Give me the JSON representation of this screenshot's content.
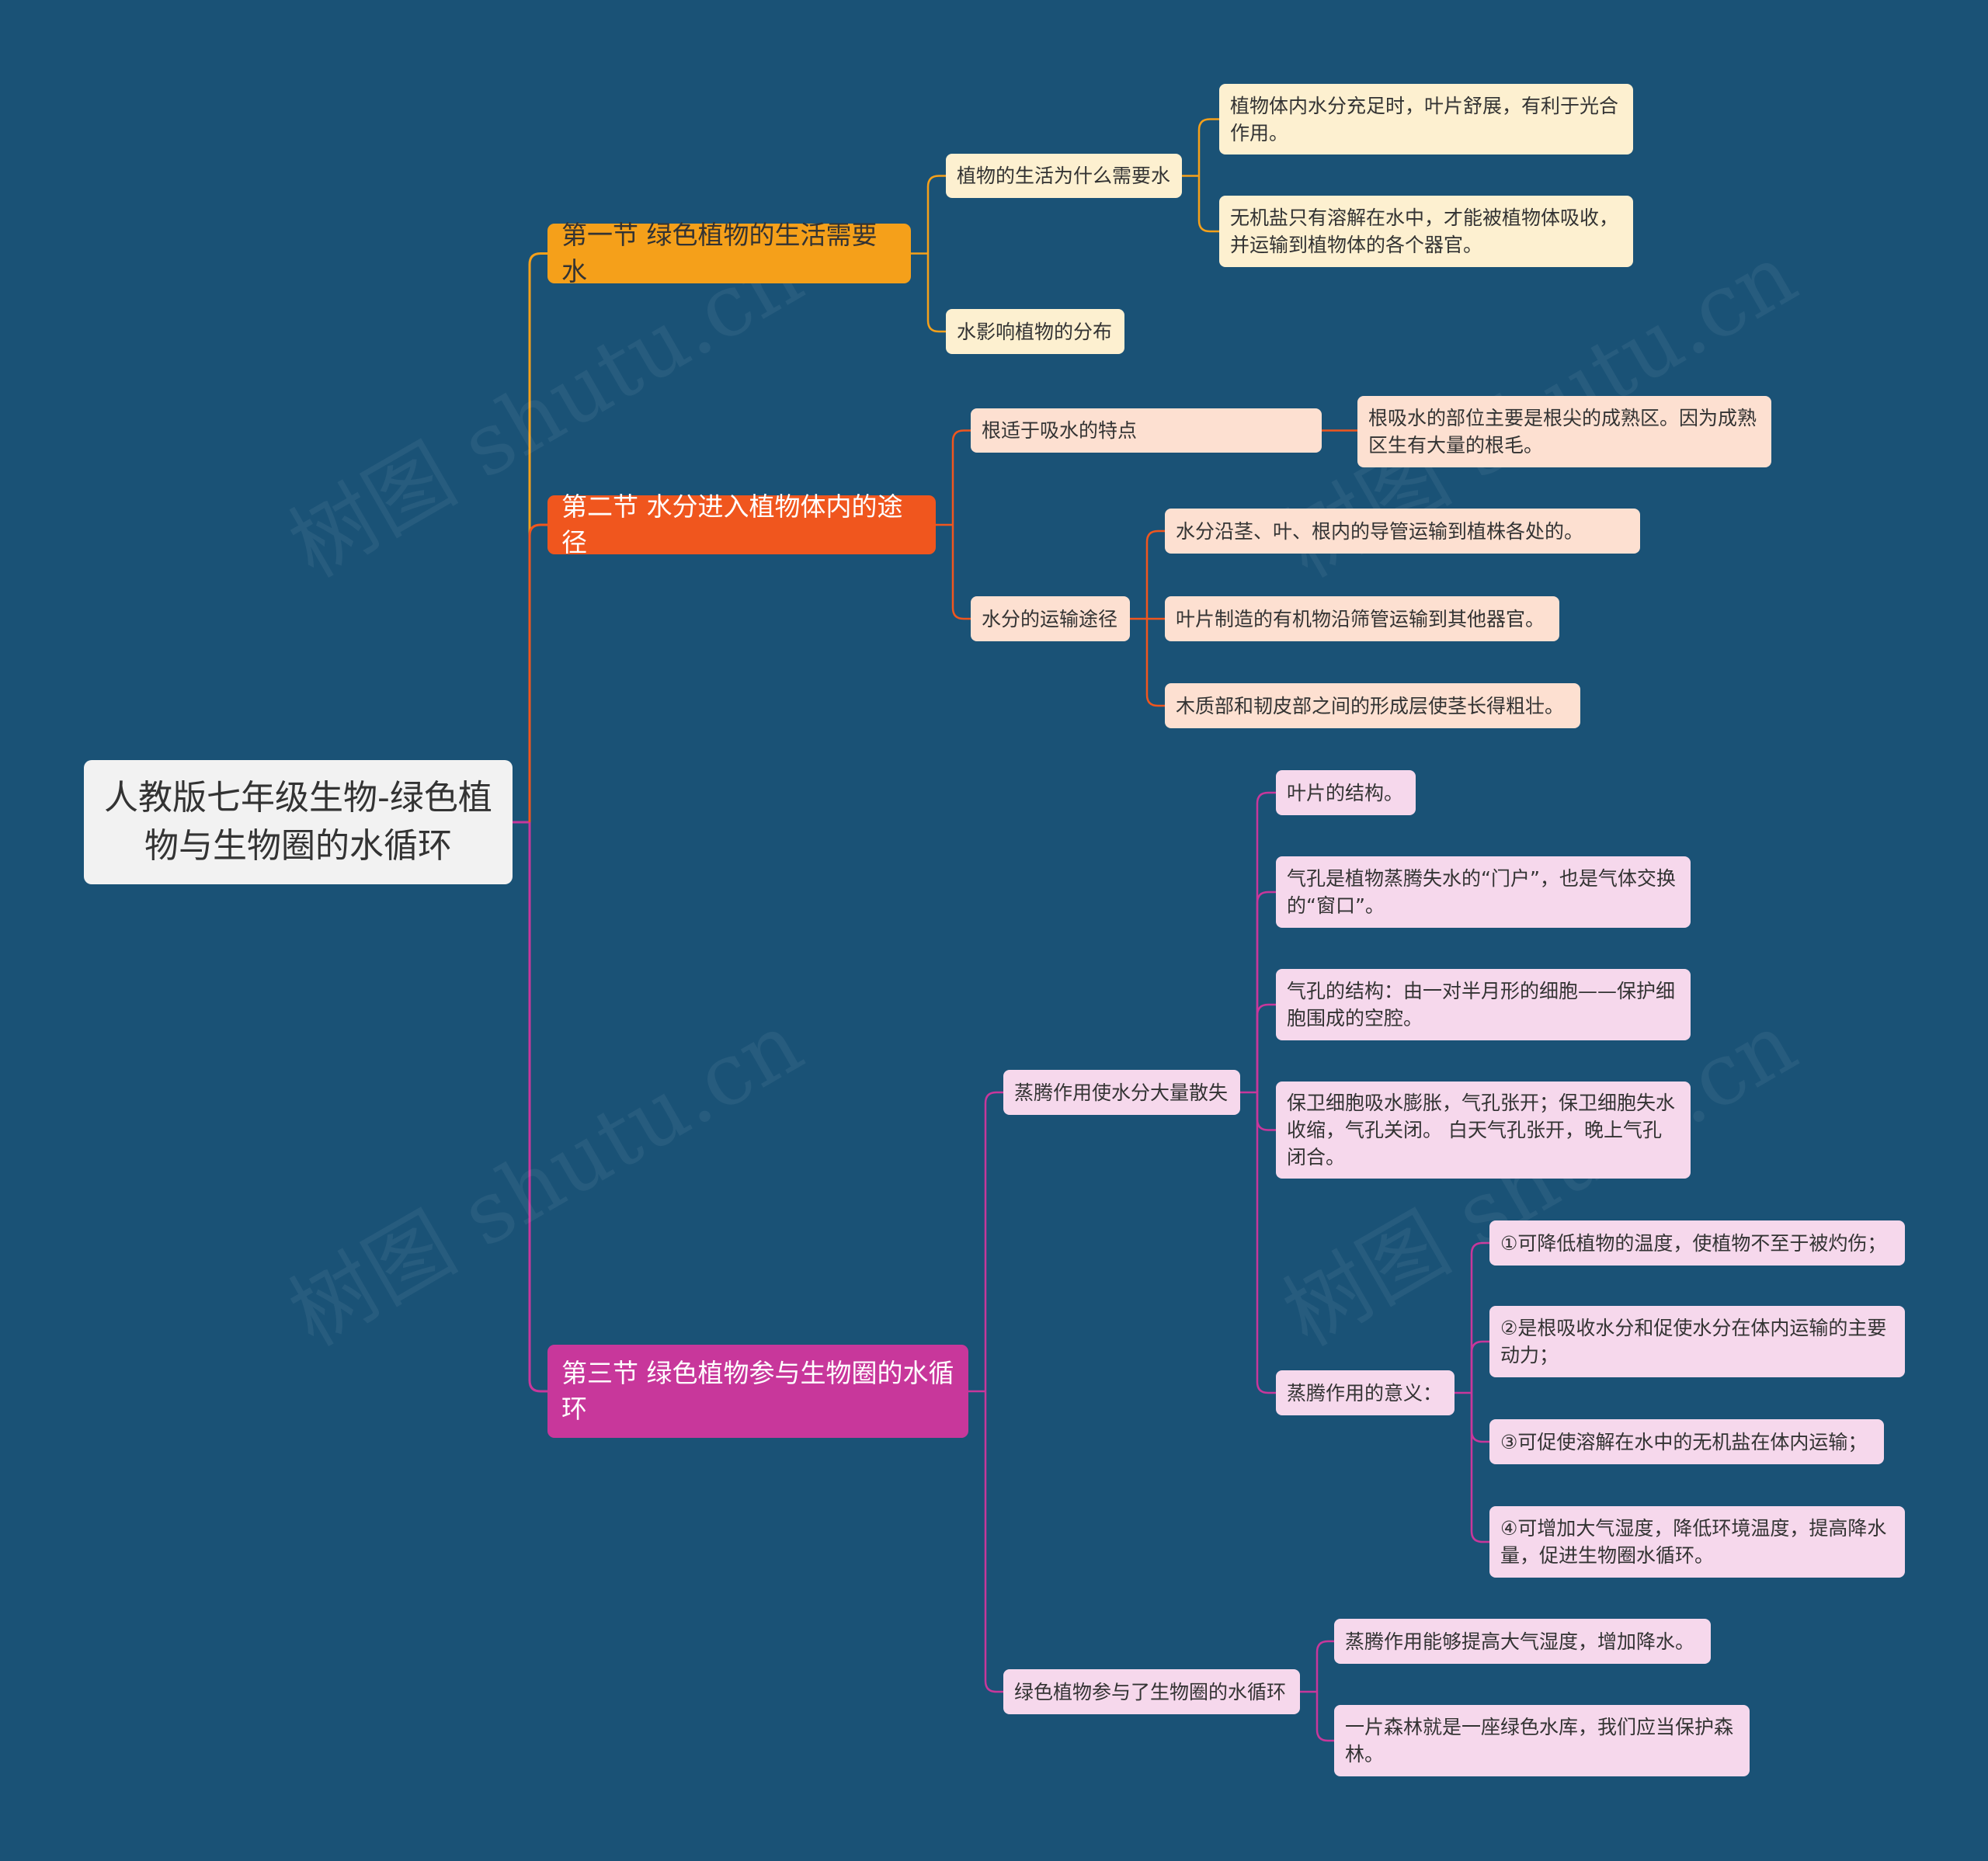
{
  "root": {
    "text": "人教版七年级生物-绿色植物与生物圈的水循环"
  },
  "colors": {
    "background": "#1a5276",
    "section1": "#f5a01a",
    "section2": "#f0561e",
    "section3": "#c8379b",
    "section1_child": "#fdf0d0",
    "section2_child": "#fde0d1",
    "section3_child": "#f6d8ec"
  },
  "watermark": "树图 shutu.cn",
  "sections": [
    {
      "title": "第一节 绿色植物的生活需要水",
      "children": [
        {
          "text": "植物的生活为什么需要水",
          "children": [
            {
              "text": "植物体内水分充足时，叶片舒展，有利于光合作用。"
            },
            {
              "text": "无机盐只有溶解在水中，才能被植物体吸收，并运输到植物体的各个器官。"
            }
          ]
        },
        {
          "text": "水影响植物的分布"
        }
      ]
    },
    {
      "title": "第二节 水分进入植物体内的途径",
      "children": [
        {
          "text": "根适于吸水的特点",
          "children": [
            {
              "text": "根吸水的部位主要是根尖的成熟区。因为成熟区生有大量的根毛。"
            }
          ]
        },
        {
          "text": "水分的运输途径",
          "children": [
            {
              "text": "水分沿茎、叶、根内的导管运输到植株各处的。"
            },
            {
              "text": "叶片制造的有机物沿筛管运输到其他器官。"
            },
            {
              "text": "木质部和韧皮部之间的形成层使茎长得粗壮。"
            }
          ]
        }
      ]
    },
    {
      "title": "第三节 绿色植物参与生物圈的水循环",
      "children": [
        {
          "text": "蒸腾作用使水分大量散失",
          "children": [
            {
              "text": "叶片的结构。"
            },
            {
              "text": "气孔是植物蒸腾失水的“门户”，也是气体交换的“窗口”。"
            },
            {
              "text": "气孔的结构：由一对半月形的细胞——保护细胞围成的空腔。"
            },
            {
              "text": "保卫细胞吸水膨胀，气孔张开；保卫细胞失水收缩，气孔关闭。 白天气孔张开，晚上气孔闭合。"
            },
            {
              "text": "蒸腾作用的意义：",
              "children": [
                {
                  "text": "①可降低植物的温度，使植物不至于被灼伤；"
                },
                {
                  "text": "②是根吸收水分和促使水分在体内运输的主要动力；"
                },
                {
                  "text": "③可促使溶解在水中的无机盐在体内运输；"
                },
                {
                  "text": "④可增加大气湿度，降低环境温度，提高降水量，促进生物圈水循环。"
                }
              ]
            }
          ]
        },
        {
          "text": "绿色植物参与了生物圈的水循环",
          "children": [
            {
              "text": "蒸腾作用能够提高大气湿度，增加降水。"
            },
            {
              "text": "一片森林就是一座绿色水库，我们应当保护森林。"
            }
          ]
        }
      ]
    }
  ]
}
